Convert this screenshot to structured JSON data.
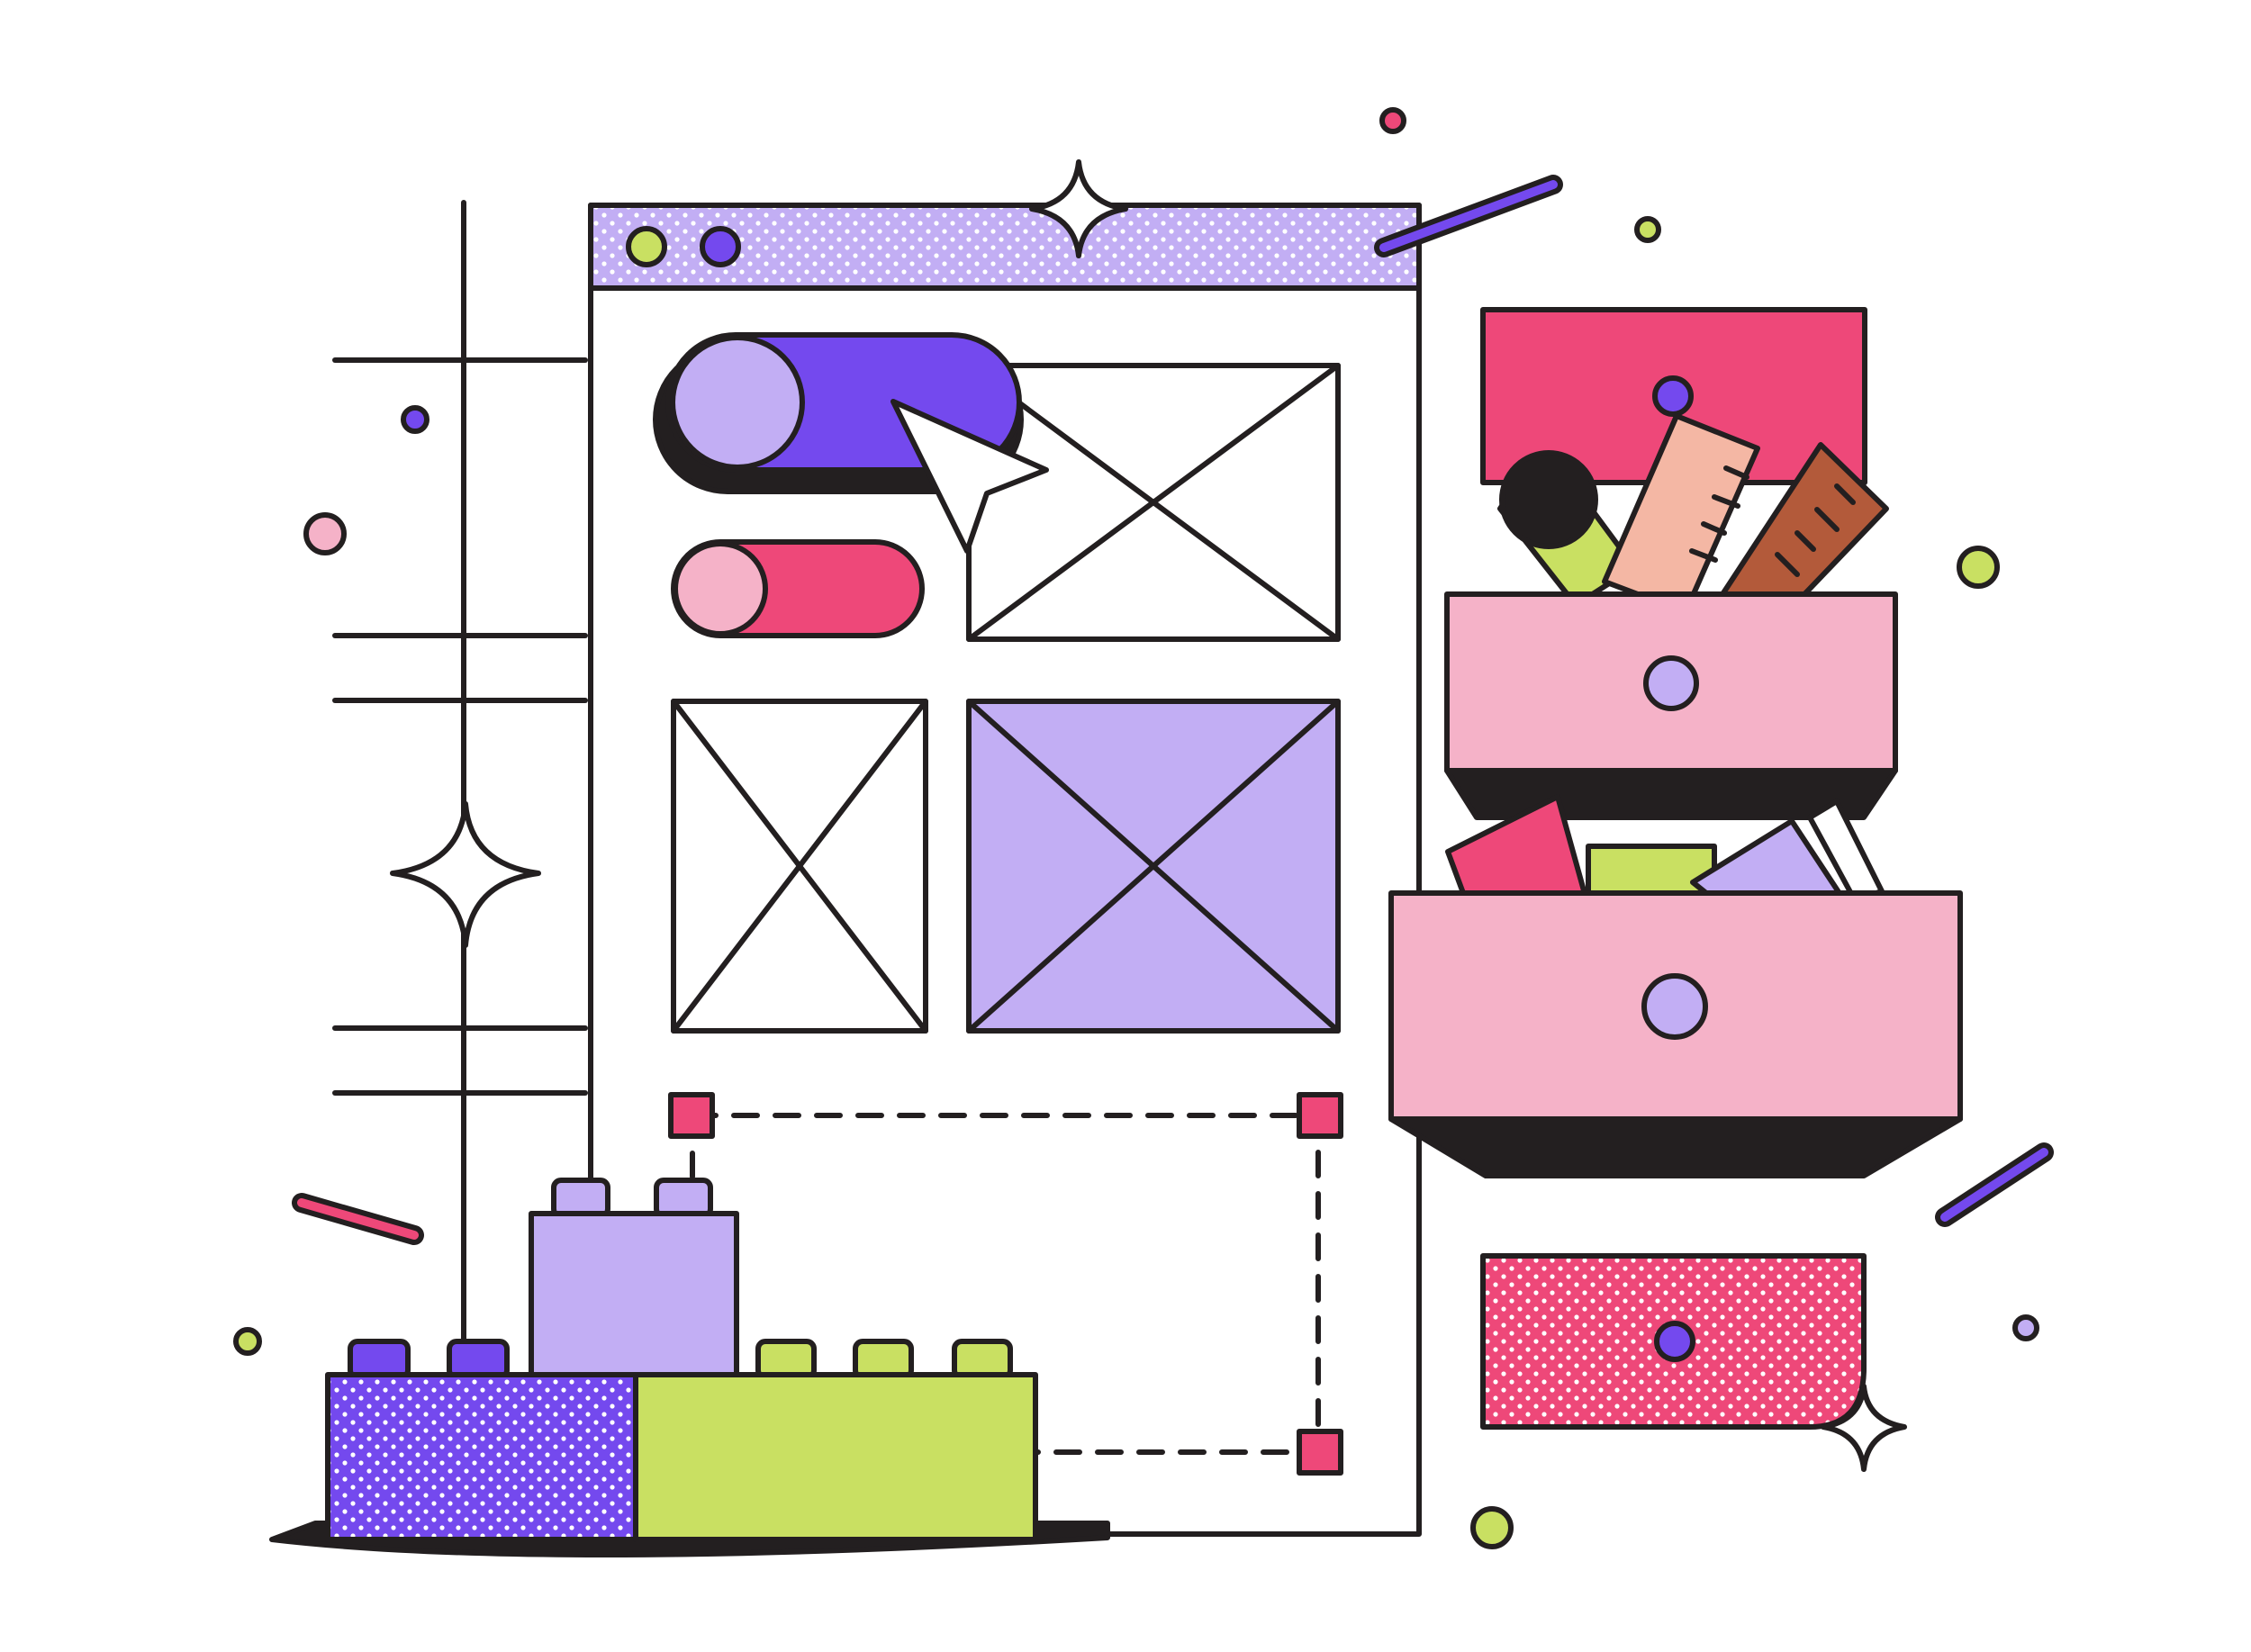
{
  "illustration": {
    "subject": "ui-component-library",
    "palette": {
      "outline": "#231f20",
      "purple": "#7449ee",
      "lavender": "#c2aef4",
      "pink": "#f5b2c8",
      "red_pink": "#ee4879",
      "lime": "#c9e062",
      "salmon": "#f4b7a4",
      "brown": "#b35a3a",
      "white": "#ffffff"
    },
    "browser_window": {
      "window_dots": [
        "lime",
        "purple"
      ],
      "toggles": [
        {
          "state": "on",
          "track": "purple",
          "knob": "lavender"
        },
        {
          "state": "on",
          "track": "red_pink",
          "knob": "pink"
        }
      ],
      "placeholders": [
        "image-top-right",
        "image-bottom-left",
        "image-bottom-right-filled"
      ],
      "has_cursor": true,
      "has_selection_box": true
    },
    "drawers": [
      "closed-top",
      "open-with-tools",
      "open-with-blocks",
      "patterned-bottom"
    ],
    "blocks": [
      "purple-dotted",
      "lime",
      "lavender"
    ]
  }
}
